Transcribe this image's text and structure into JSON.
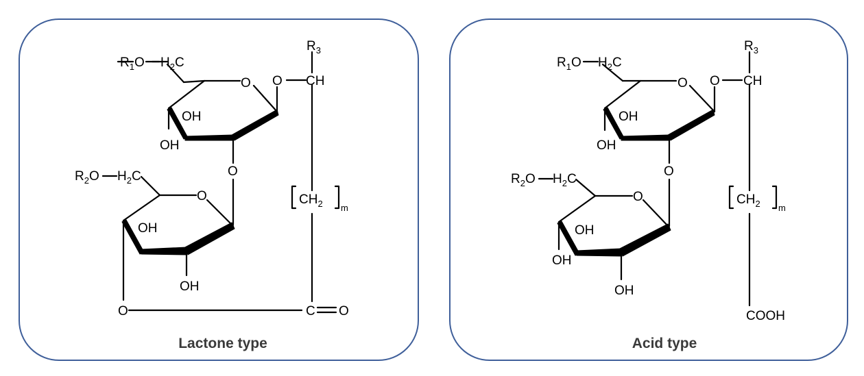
{
  "panels": [
    {
      "caption": "Lactone type",
      "labels": {
        "r1": "R",
        "r1_sub": "1",
        "r1_rest": "O",
        "h2c_top": "H",
        "h2c_top_sub": "2",
        "h2c_top_c": "C",
        "ring_o_top": "O",
        "link_o_top": "O",
        "r3": "R",
        "r3_sub": "3",
        "ch": "CH",
        "oh_1": "OH",
        "oh_2": "OH",
        "glyco_o": "O",
        "r2": "R",
        "r2_sub": "2",
        "r2_rest": "O",
        "h2c_bot": "H",
        "h2c_bot_sub": "2",
        "h2c_bot_c": "C",
        "ring_o_bot": "O",
        "oh_3": "OH",
        "oh_4": "OH",
        "chain": "CH",
        "chain_sub": "2",
        "chain_m": "m",
        "lactone_o": "O",
        "carbonyl_c": "C",
        "carbonyl_o": "O"
      }
    },
    {
      "caption": "Acid type",
      "labels": {
        "r1": "R",
        "r1_sub": "1",
        "r1_rest": "O",
        "h2c_top": "H",
        "h2c_top_sub": "2",
        "h2c_top_c": "C",
        "ring_o_top": "O",
        "link_o_top": "O",
        "r3": "R",
        "r3_sub": "3",
        "ch": "CH",
        "oh_1": "OH",
        "oh_2": "OH",
        "glyco_o": "O",
        "r2": "R",
        "r2_sub": "2",
        "r2_rest": "O",
        "h2c_bot": "H",
        "h2c_bot_sub": "2",
        "h2c_bot_c": "C",
        "ring_o_bot": "O",
        "oh_3": "OH",
        "oh_4": "OH",
        "chain": "CH",
        "chain_sub": "2",
        "chain_m": "m",
        "cooh": "COOH"
      }
    }
  ]
}
